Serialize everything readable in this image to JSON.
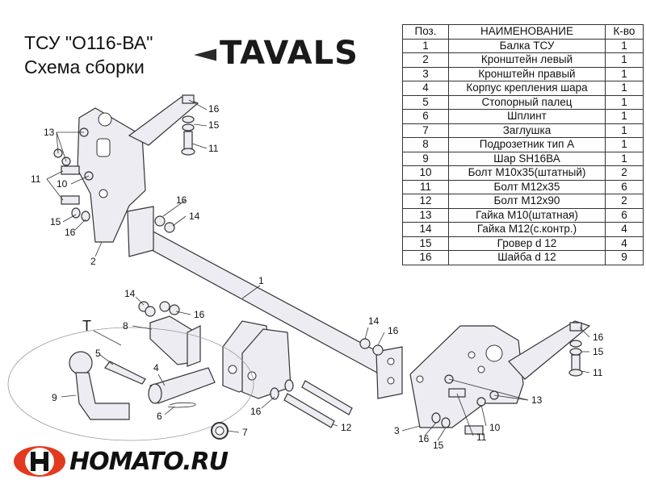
{
  "header": {
    "title_line1": "ТСУ  \"O116-ВА\"",
    "title_line2": "Схема сборки",
    "logo_text": "TAVALS"
  },
  "table": {
    "headers": [
      "Поз.",
      "НАИМЕНОВАНИЕ",
      "К-во"
    ],
    "rows": [
      [
        "1",
        "Балка ТСУ",
        "1"
      ],
      [
        "2",
        "Кронштейн левый",
        "1"
      ],
      [
        "3",
        "Кронштейн правый",
        "1"
      ],
      [
        "4",
        "Корпус крепления шара",
        "1"
      ],
      [
        "5",
        "Стопорный палец",
        "1"
      ],
      [
        "6",
        "Шплинт",
        "1"
      ],
      [
        "7",
        "Заглушка",
        "1"
      ],
      [
        "8",
        "Подрозетник тип А",
        "1"
      ],
      [
        "9",
        "Шар SH16ВА",
        "1"
      ],
      [
        "10",
        "Болт М10х35(штатный)",
        "2"
      ],
      [
        "11",
        "Болт М12х35",
        "6"
      ],
      [
        "12",
        "Болт М12х90",
        "2"
      ],
      [
        "13",
        "Гайка М10(штатная)",
        "6"
      ],
      [
        "14",
        "Гайка М12(с.контр.)",
        "4"
      ],
      [
        "15",
        "Гровер d 12",
        "4"
      ],
      [
        "16",
        "Шайба d 12",
        "9"
      ]
    ]
  },
  "callouts": {
    "c1": "1",
    "c2": "2",
    "c3": "3",
    "c4": "4",
    "c5": "5",
    "c6": "6",
    "c7": "7",
    "c8": "8",
    "c9": "9",
    "c10": "10",
    "c11": "11",
    "c12": "12",
    "c13": "13",
    "c14": "14",
    "c15": "15",
    "c16": "16",
    "cT": "T"
  },
  "footer": {
    "brand": "HOMATO.RU"
  }
}
